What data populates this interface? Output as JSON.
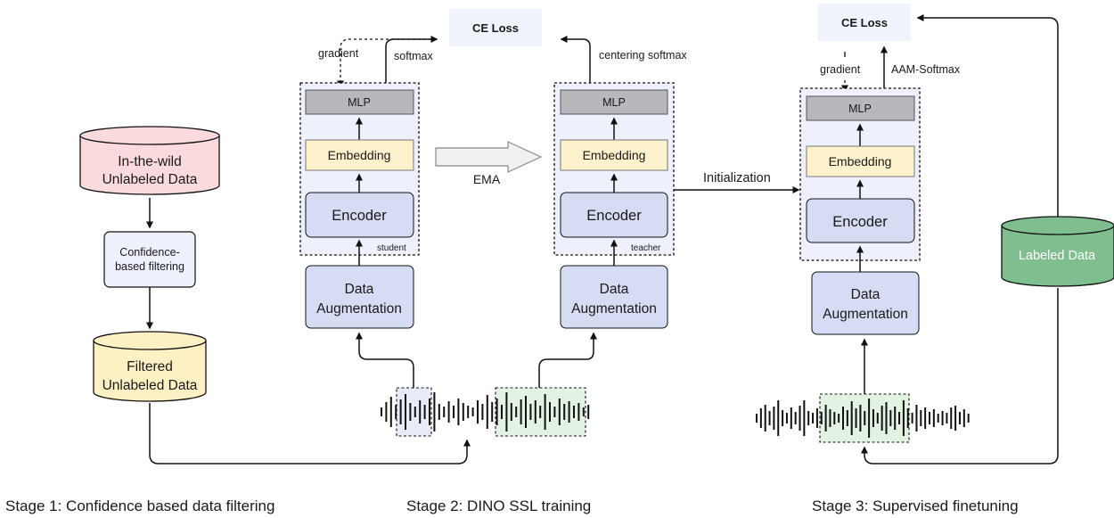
{
  "colors": {
    "wild_data": "#fadadd",
    "filtered_data": "#fdf0c2",
    "labeled_data": "#7fbf8f",
    "encoder": "#d6dcf3",
    "embedding": "#fdf2cc",
    "mlp": "#b7b8bc",
    "panel": "#eef1fb",
    "loss": "#eef3fc",
    "wave_highlight_green": "#e3f3e3",
    "wave_highlight_blue": "#e8ecf9"
  },
  "stage1": {
    "title": "Stage 1: Confidence based data filtering",
    "wild_data": [
      "In-the-wild",
      "Unlabeled Data"
    ],
    "filter": [
      "Confidence-",
      "based filtering"
    ],
    "filtered_data": [
      "Filtered",
      "Unlabeled Data"
    ]
  },
  "stage2": {
    "title": "Stage 2: DINO SSL training",
    "student": {
      "loss": "CE Loss",
      "gradient": "gradient",
      "softmax": "softmax",
      "mlp": "MLP",
      "embedding": "Embedding",
      "encoder": "Encoder",
      "tag": "student",
      "aug": [
        "Data",
        "Augmentation"
      ]
    },
    "ema": "EMA",
    "teacher": {
      "softmax": "centering softmax",
      "mlp": "MLP",
      "embedding": "Embedding",
      "encoder": "Encoder",
      "tag": "teacher",
      "aug": [
        "Data",
        "Augmentation"
      ]
    }
  },
  "stage3": {
    "title": "Stage 3: Supervised finetuning",
    "initialization": "Initialization",
    "loss": "CE Loss",
    "gradient": "gradient",
    "softmax": "AAM-Softmax",
    "mlp": "MLP",
    "embedding": "Embedding",
    "encoder": "Encoder",
    "aug": [
      "Data",
      "Augmentation"
    ],
    "labeled_data": "Labeled  Data"
  }
}
